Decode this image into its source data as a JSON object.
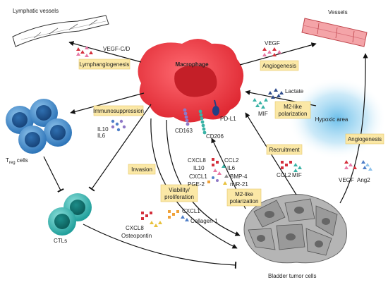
{
  "nodes": {
    "macrophage": "Macrophage",
    "lymphatic_vessels": "Lymphatic vessels",
    "vessels": "Vessels",
    "treg_T": "T",
    "treg_sub": "reg",
    "treg_rest": " cells",
    "ctls": "CTLs",
    "bladder": "Bladder tumor cells",
    "hypoxic": "Hypoxic area",
    "pdl1": "PD-L1",
    "cd163": "CD163",
    "cd206": "CD206"
  },
  "process_labels": {
    "lymphangiogenesis": "Lymphangiogenesis",
    "angiogenesis_top": "Angiogenesis",
    "immunosuppression": "Immunosuppression",
    "m2_polarization_top_1": "M2-like",
    "m2_polarization_top_2": "polarization",
    "recruitment": "Recruitment",
    "angiogenesis_right": "Angiogenesis",
    "invasion": "Invasion",
    "viability_1": "Viability/",
    "viability_2": "proliferation",
    "m2_polarization_mid_1": "M2-like",
    "m2_polarization_mid_2": "polarization"
  },
  "factors": {
    "vegf_cd": "VEGF-C/D",
    "vegf_top": "VEGF",
    "lactate": "Lactate",
    "mif_top": "MIF",
    "il10_left": "IL10",
    "il6_left": "IL6",
    "cxcl8_mid": "CXCL8",
    "ccl2_mid": "CCL2",
    "il10_mid": "IL10",
    "il6_mid": "IL6",
    "cxcl1_mid": "CXCL1",
    "bmp4": "BMP-4",
    "pge2": "PGE-2",
    "mir21": "miR-21",
    "ccl2_right": "CCL2",
    "mif_right": "MIF",
    "vegf_right": "VEGF",
    "ang2": "Ang2",
    "cxcl1_low": "CXCL1",
    "collagen": "Collagen-1",
    "cxcl8_low": "CXCL8",
    "osteopontin": "Osteopontin"
  },
  "colors": {
    "macrophage": "#e8323c",
    "nucleus": "#c41f28",
    "cell_blue": "#3f86c4",
    "cell_teal": "#2fb5b2",
    "tumor": "#8c8c8c",
    "hypoxia": "#5cb8e8",
    "label_box": "#fbe8a6",
    "vessel_red": "#f4a4a8",
    "red_factor": "#d4303c",
    "pink_factor": "#e77aa6",
    "blue_factor": "#4f7fc8",
    "teal_factor": "#3ab3a6",
    "purple_factor": "#8e78c6",
    "orange_factor": "#f0a23a",
    "yellow_factor": "#e8c13c",
    "gray_factor": "#8a8a8a",
    "navy_factor": "#2f4c8c"
  }
}
